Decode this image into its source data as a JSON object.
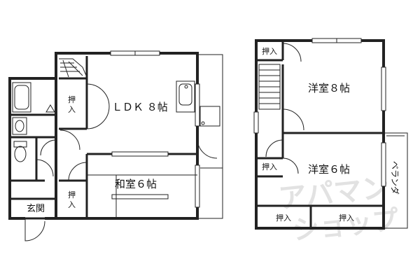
{
  "floor1": {
    "ldk": "ＬＤＫ ８帖",
    "washitsu": "和室６帖",
    "genkan": "玄関",
    "closet_ldk": [
      "押",
      "入"
    ],
    "closet_washitsu": [
      "押",
      "入"
    ]
  },
  "floor2": {
    "closet_top": "押入",
    "room8": "洋室８帖",
    "closet_mid": "押入",
    "room6": "洋室６帖",
    "closet_bottom_left": "押入",
    "closet_bottom_right": "押入",
    "veranda": "ベランダ"
  },
  "watermark": {
    "top": "アパマン",
    "bottom": "ショップ"
  }
}
